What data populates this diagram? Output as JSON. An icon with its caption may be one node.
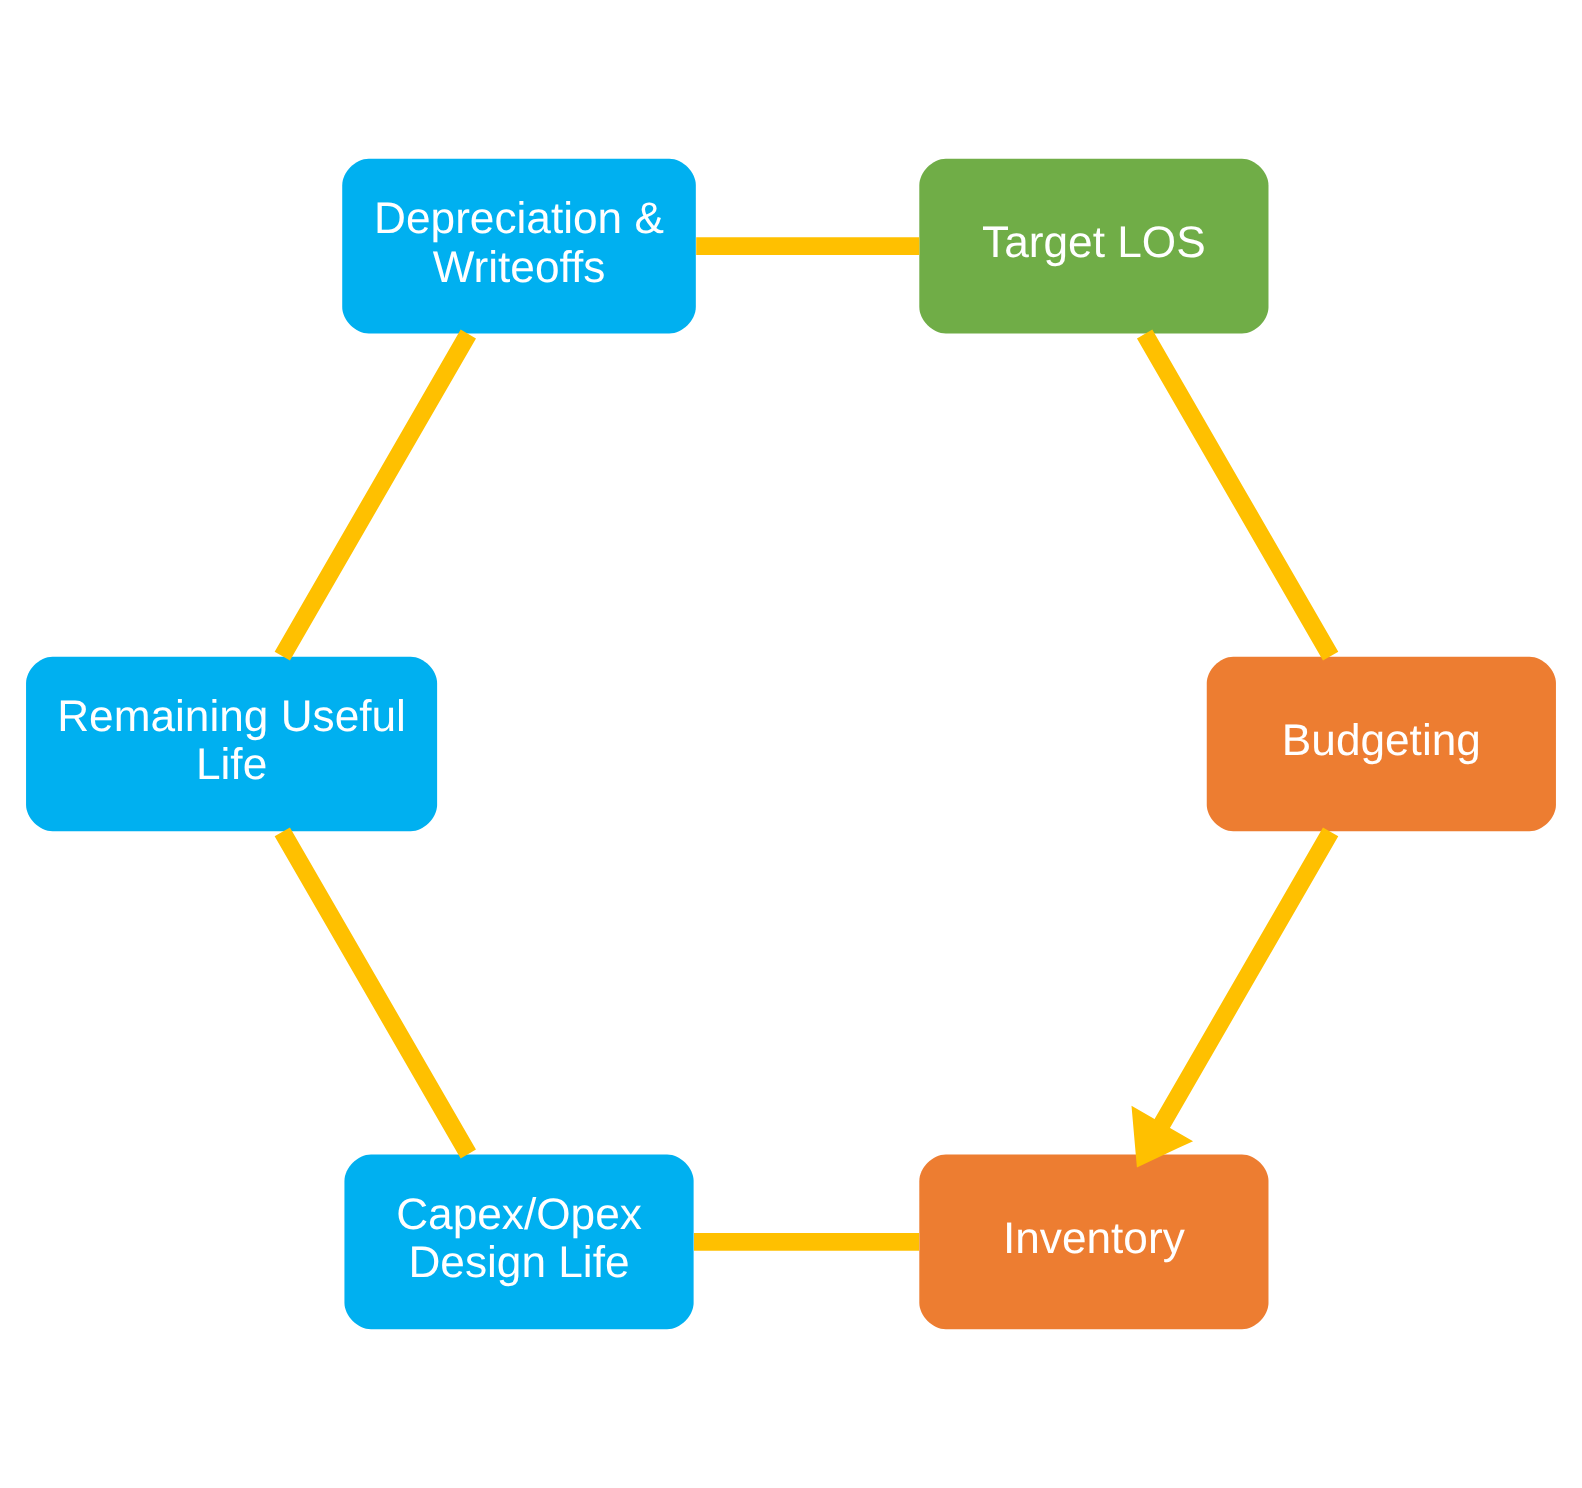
{
  "diagram": {
    "nodes": [
      {
        "text": [
          "Inventory"
        ]
      },
      {
        "text": [
          "Capex/Opex",
          "Design Life"
        ]
      },
      {
        "text": [
          "Remaining Useful Life"
        ]
      },
      {
        "text": [
          "Depreciation & Writeoffs"
        ]
      },
      {
        "text": [
          "Target LOS"
        ]
      },
      {
        "text": [
          "Budgeting"
        ]
      }
    ],
    "edges": [
      {
        "from": 0,
        "to": 1,
        "arrow": "none"
      },
      {
        "from": 1,
        "to": 2,
        "arrow": "none"
      },
      {
        "from": 2,
        "to": 3,
        "arrow": "none"
      },
      {
        "from": 3,
        "to": 4,
        "arrow": "none"
      },
      {
        "from": 4,
        "to": 5,
        "arrow": "none"
      },
      {
        "from": 5,
        "to": 0,
        "arrow": "to"
      }
    ]
  }
}
